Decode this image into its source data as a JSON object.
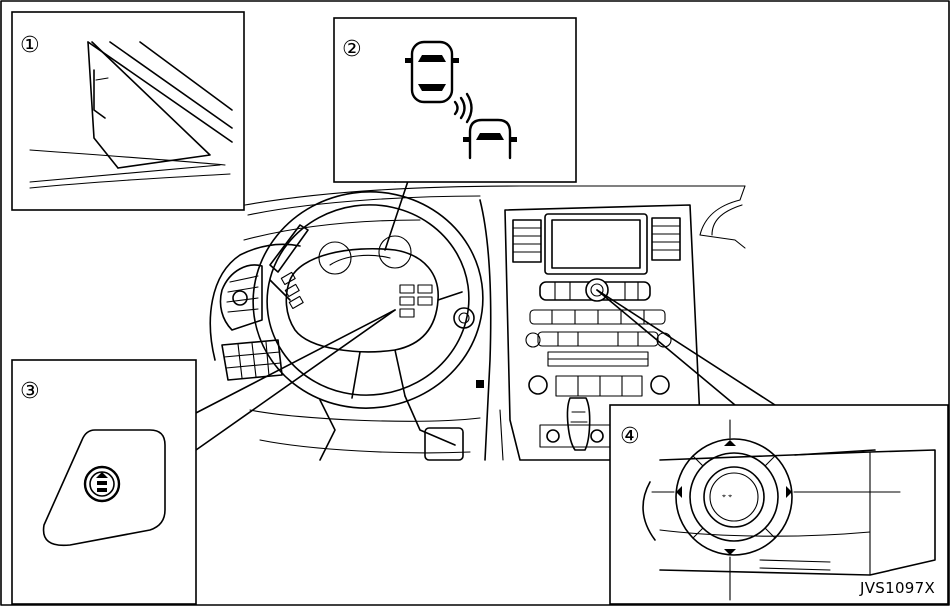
{
  "callouts": {
    "c1": "①",
    "c2": "②",
    "c3": "③",
    "c4": "④"
  },
  "figure_code": "JVS1097X",
  "colors": {
    "ink": "#000000",
    "paper": "#ffffff"
  }
}
